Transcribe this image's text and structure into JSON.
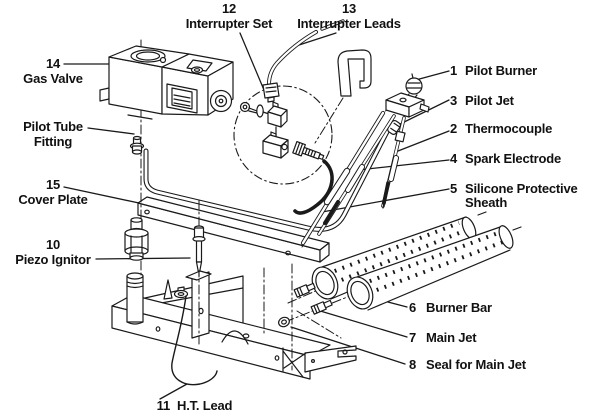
{
  "diagram": {
    "type": "exploded-parts-diagram",
    "subject": "gas pilot burner assembly",
    "colors": {
      "line": "#1a1a1a",
      "background": "#ffffff",
      "text": "#111111"
    },
    "callouts": {
      "pilot_burner": {
        "number": "1",
        "label": "Pilot Burner"
      },
      "thermocouple": {
        "number": "2",
        "label": "Thermocouple"
      },
      "pilot_jet": {
        "number": "3",
        "label": "Pilot Jet"
      },
      "spark_electrode": {
        "number": "4",
        "label": "Spark Electrode"
      },
      "silicone_sheath": {
        "number": "5",
        "label_line1": "Silicone Protective",
        "label_line2": "Sheath"
      },
      "burner_bar": {
        "number": "6",
        "label": "Burner Bar"
      },
      "main_jet": {
        "number": "7",
        "label": "Main Jet"
      },
      "seal_main_jet": {
        "number": "8",
        "label": "Seal for Main Jet"
      },
      "piezo_ignitor": {
        "number": "10",
        "label": "Piezo Ignitor"
      },
      "ht_lead": {
        "number": "11",
        "label": "H.T. Lead"
      },
      "interrupter_set": {
        "number": "12",
        "label": "Interrupter Set"
      },
      "interrupter_leads": {
        "number": "13",
        "label": "Interrupter Leads"
      },
      "gas_valve": {
        "number": "14",
        "label": "Gas Valve"
      },
      "cover_plate": {
        "number": "15",
        "label": "Cover Plate"
      },
      "pilot_tube_fitting": {
        "number": "",
        "label_line1": "Pilot Tube",
        "label_line2": "Fitting"
      }
    }
  }
}
